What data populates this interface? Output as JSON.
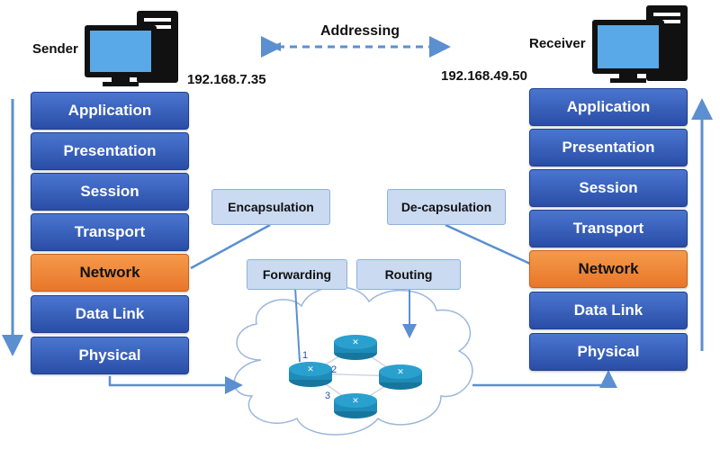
{
  "sender": {
    "label": "Sender",
    "ip": "192.168.7.35"
  },
  "receiver": {
    "label": "Receiver",
    "ip": "192.168.49.50"
  },
  "addressing": "Addressing",
  "layers_sender": [
    "Application",
    "Presentation",
    "Session",
    "Transport",
    "Network",
    "Data Link",
    "Physical"
  ],
  "layers_receiver": [
    "Application",
    "Presentation",
    "Session",
    "Transport",
    "Network",
    "Data Link",
    "Physical"
  ],
  "highlighted_layer": "Network",
  "callouts": {
    "encapsulation": "Encapsulation",
    "decapsulation": "De-capsulation",
    "forwarding": "Forwarding",
    "routing": "Routing"
  },
  "router_links": [
    "1",
    "2",
    "3"
  ],
  "icons": {
    "computer": "desktop-computer-icon",
    "router": "router-icon",
    "cloud": "network-cloud"
  },
  "colors": {
    "layer_blue": "#2f57b0",
    "layer_orange": "#e8762a",
    "callout_bg": "#c9daf1",
    "arrow_blue": "#5b8fd0"
  }
}
